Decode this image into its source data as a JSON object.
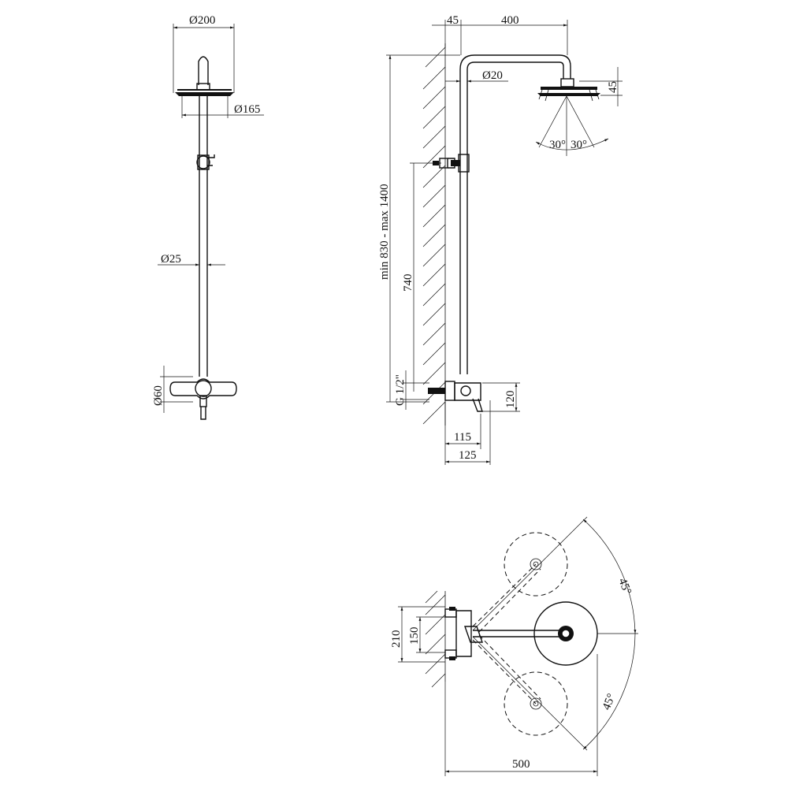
{
  "front_view": {
    "head_diameter": "Ø200",
    "plate_diameter": "Ø165",
    "pipe_diameter": "Ø25",
    "mixer_diameter": "Ø60"
  },
  "side_view": {
    "wall_offset": "45",
    "arm_length": "400",
    "arm_diameter": "Ø20",
    "head_height": "45",
    "spray_angle_left": "30°",
    "spray_angle_right": "30°",
    "height_range": "min 830 - max 1400",
    "inlet_distance": "740",
    "thread": "G 1/2\"",
    "mixer_height": "120",
    "depth_small": "115",
    "depth_large": "125"
  },
  "top_view": {
    "rotation_up": "45°",
    "rotation_down": "45°",
    "outer_width": "210",
    "inner_width": "150",
    "reach": "500"
  }
}
